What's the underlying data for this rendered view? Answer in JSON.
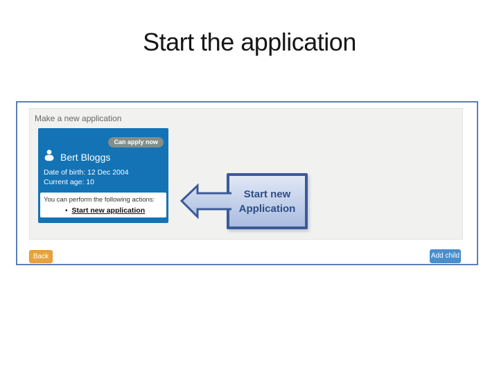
{
  "slide": {
    "title": "Start the application"
  },
  "app": {
    "panel_heading": "Make a new application",
    "card": {
      "badge": "Can apply now",
      "name": "Bert Bloggs",
      "dob_line": "Date of birth: 12 Dec 2004",
      "age_line": "Current age: 10",
      "actions_intro": "You can perform the following actions:",
      "bullet": "•",
      "action_link": "Start new application"
    },
    "back_button": "Back",
    "add_child_button": "Add child"
  },
  "callout": {
    "line1": "Start new",
    "line2": "Application"
  },
  "colors": {
    "frame_border": "#5b7fb4",
    "panel_bg": "#f1f1f0",
    "card_blue": "#1373b5",
    "badge_gray": "#848e88",
    "back_orange": "#e9a23b",
    "add_child_blue": "#4a8fcd",
    "callout_border": "#3b5a97",
    "callout_text": "#2e4d87"
  }
}
